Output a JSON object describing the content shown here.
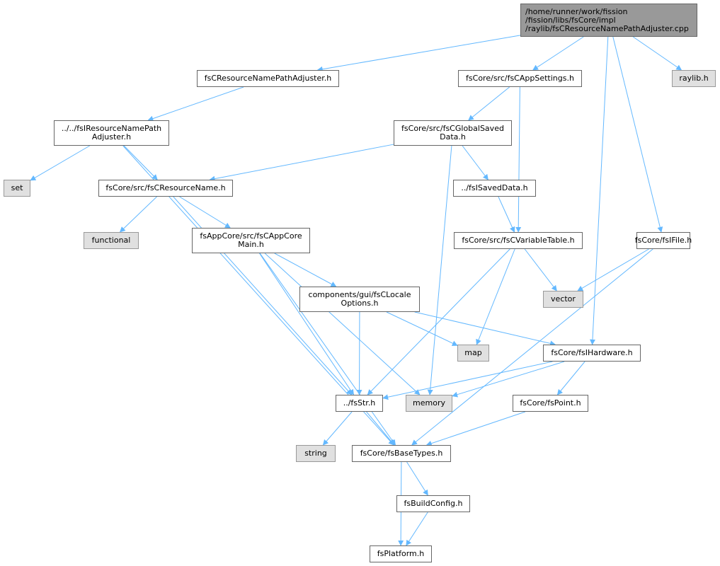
{
  "graph": {
    "colors": {
      "edge": "#63b8ff",
      "node_border": "#666666",
      "root_fill": "#999999",
      "system_fill": "#e0e0e0"
    },
    "nodes": [
      {
        "id": "root",
        "label": "/home/runner/work/fission\n/fission/libs/fsCore/impl\n/raylib/fsCResourceNamePathAdjuster.cpp",
        "kind": "root"
      },
      {
        "id": "rnpa",
        "label": "fsCResourceNamePathAdjuster.h",
        "kind": "file"
      },
      {
        "id": "appset",
        "label": "fsCore/src/fsCAppSettings.h",
        "kind": "file"
      },
      {
        "id": "raylib",
        "label": "raylib.h",
        "kind": "system"
      },
      {
        "id": "irnpa",
        "label": "../../fsIResourceNamePath\nAdjuster.h",
        "kind": "file"
      },
      {
        "id": "gsd",
        "label": "fsCore/src/fsCGlobalSaved\nData.h",
        "kind": "file"
      },
      {
        "id": "set",
        "label": "set",
        "kind": "system"
      },
      {
        "id": "crn",
        "label": "fsCore/src/fsCResourceName.h",
        "kind": "file"
      },
      {
        "id": "isd",
        "label": "../fsISavedData.h",
        "kind": "file"
      },
      {
        "id": "functional",
        "label": "functional",
        "kind": "system"
      },
      {
        "id": "appcore",
        "label": "fsAppCore/src/fsCAppCore\nMain.h",
        "kind": "file"
      },
      {
        "id": "cvt",
        "label": "fsCore/src/fsCVariableTable.h",
        "kind": "file"
      },
      {
        "id": "ifile",
        "label": "fsCore/fsIFile.h",
        "kind": "file"
      },
      {
        "id": "vector",
        "label": "vector",
        "kind": "system"
      },
      {
        "id": "locale",
        "label": "components/gui/fsCLocale\nOptions.h",
        "kind": "file"
      },
      {
        "id": "map",
        "label": "map",
        "kind": "system"
      },
      {
        "id": "ihw",
        "label": "fsCore/fsIHardware.h",
        "kind": "file"
      },
      {
        "id": "str",
        "label": "../fsStr.h",
        "kind": "file"
      },
      {
        "id": "memory",
        "label": "memory",
        "kind": "system"
      },
      {
        "id": "point",
        "label": "fsCore/fsPoint.h",
        "kind": "file"
      },
      {
        "id": "string",
        "label": "string",
        "kind": "system"
      },
      {
        "id": "bt",
        "label": "fsCore/fsBaseTypes.h",
        "kind": "file"
      },
      {
        "id": "bc",
        "label": "fsBuildConfig.h",
        "kind": "file"
      },
      {
        "id": "plat",
        "label": "fsPlatform.h",
        "kind": "file"
      }
    ],
    "edges": [
      [
        "root",
        "rnpa"
      ],
      [
        "root",
        "appset"
      ],
      [
        "root",
        "raylib"
      ],
      [
        "root",
        "ihw"
      ],
      [
        "root",
        "ifile"
      ],
      [
        "rnpa",
        "irnpa"
      ],
      [
        "irnpa",
        "set"
      ],
      [
        "irnpa",
        "crn"
      ],
      [
        "irnpa",
        "bt"
      ],
      [
        "appset",
        "gsd"
      ],
      [
        "appset",
        "cvt"
      ],
      [
        "gsd",
        "crn"
      ],
      [
        "gsd",
        "isd"
      ],
      [
        "gsd",
        "memory"
      ],
      [
        "isd",
        "cvt"
      ],
      [
        "crn",
        "functional"
      ],
      [
        "crn",
        "appcore"
      ],
      [
        "crn",
        "str"
      ],
      [
        "appcore",
        "locale"
      ],
      [
        "appcore",
        "str"
      ],
      [
        "appcore",
        "memory"
      ],
      [
        "appcore",
        "bt"
      ],
      [
        "cvt",
        "vector"
      ],
      [
        "cvt",
        "map"
      ],
      [
        "cvt",
        "str"
      ],
      [
        "ifile",
        "vector"
      ],
      [
        "ifile",
        "bt"
      ],
      [
        "locale",
        "str"
      ],
      [
        "locale",
        "map"
      ],
      [
        "locale",
        "ihw"
      ],
      [
        "ihw",
        "str"
      ],
      [
        "ihw",
        "memory"
      ],
      [
        "ihw",
        "point"
      ],
      [
        "point",
        "bt"
      ],
      [
        "str",
        "string"
      ],
      [
        "str",
        "bt"
      ],
      [
        "bt",
        "bc"
      ],
      [
        "bt",
        "plat"
      ],
      [
        "bc",
        "plat"
      ]
    ]
  }
}
